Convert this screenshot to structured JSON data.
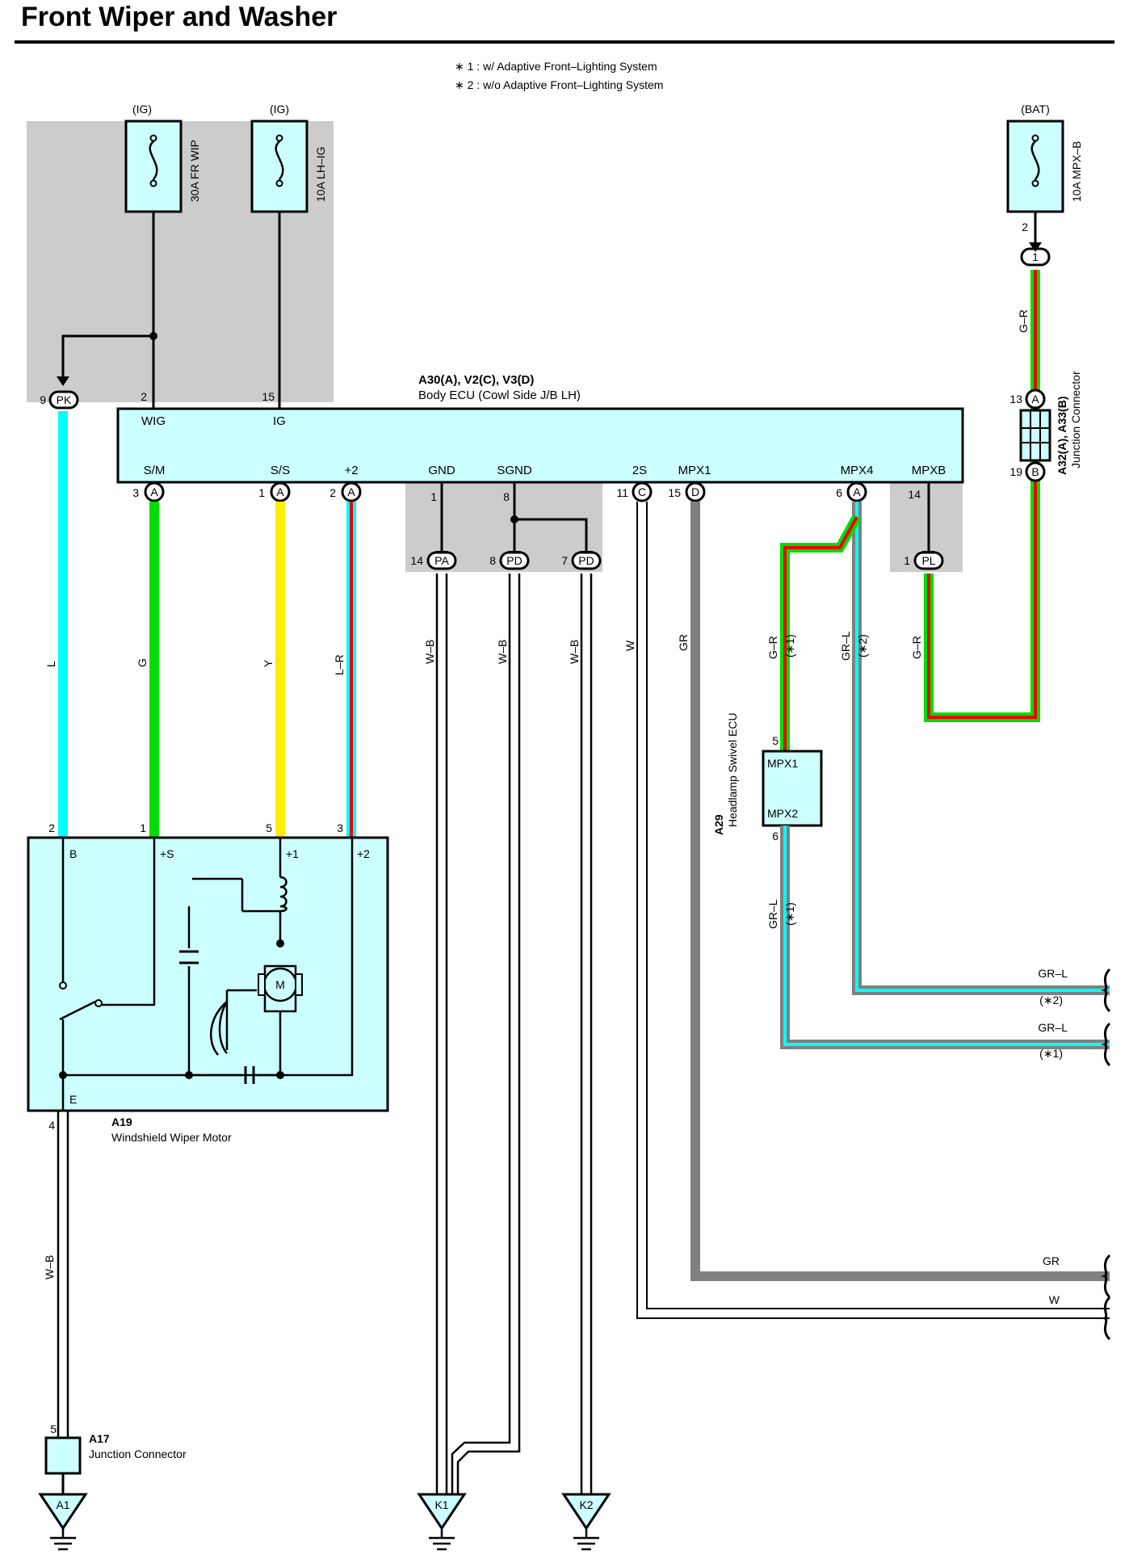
{
  "title": "Front Wiper and Washer",
  "notes": [
    "∗ 1 : w/ Adaptive Front–Lighting System",
    "∗ 2 : w/o Adaptive Front–Lighting System"
  ],
  "fuses": [
    {
      "source": "(IG)",
      "name": "30A FR WIP"
    },
    {
      "source": "(IG)",
      "name": "10A LH–IG"
    },
    {
      "source": "(BAT)",
      "name": "10A MPX–B"
    }
  ],
  "body_ecu": {
    "code": "A30(A), V2(C), V3(D)",
    "name": "Body ECU (Cowl Side J/B LH)",
    "top_pins": [
      {
        "num": "2",
        "label": "WIG"
      },
      {
        "num": "15",
        "label": "IG"
      }
    ],
    "bottom_pins": [
      {
        "num": "3",
        "conn": "A",
        "label": "S/M"
      },
      {
        "num": "1",
        "conn": "A",
        "label": "S/S"
      },
      {
        "num": "2",
        "conn": "A",
        "label": "+2"
      },
      {
        "num": "1",
        "conn": "",
        "label": "GND"
      },
      {
        "num": "8",
        "conn": "",
        "label": "SGND"
      },
      {
        "num": "11",
        "conn": "C",
        "label": "2S"
      },
      {
        "num": "15",
        "conn": "D",
        "label": "MPX1"
      },
      {
        "num": "6",
        "conn": "A",
        "label": "MPX4"
      },
      {
        "num": "14",
        "conn": "",
        "label": "MPXB"
      }
    ]
  },
  "splice_connectors": [
    {
      "num": "9",
      "label": "PK"
    },
    {
      "num": "14",
      "label": "PA"
    },
    {
      "num": "8",
      "label": "PD"
    },
    {
      "num": "7",
      "label": "PD"
    },
    {
      "num": "1",
      "label": "PL"
    },
    {
      "num": "1",
      "label": "1"
    }
  ],
  "junction_a32": {
    "code": "A32(A), A33(B)",
    "name": "Junction Connector",
    "pin_top": "13",
    "conn_top": "A",
    "pin_bottom": "19",
    "conn_bottom": "B",
    "fuse_pin": "2"
  },
  "wire_colors": {
    "L": "L",
    "G": "G",
    "Y": "Y",
    "LR": "L–R",
    "WB": "W–B",
    "W": "W",
    "GR": "GR",
    "GRR": "G–R",
    "GRL": "GR–L",
    "note1": "(∗1)",
    "note2": "(∗2)"
  },
  "headlamp_ecu": {
    "code": "A29",
    "name": "Headlamp Swivel ECU",
    "pin1_num": "5",
    "pin1_label": "MPX1",
    "pin2_num": "6",
    "pin2_label": "MPX2"
  },
  "wiper_motor": {
    "code": "A19",
    "name": "Windshield Wiper Motor",
    "pins": [
      {
        "num": "2",
        "label": "B"
      },
      {
        "num": "1",
        "label": "+S"
      },
      {
        "num": "5",
        "label": "+1"
      },
      {
        "num": "3",
        "label": "+2"
      }
    ],
    "ground_pin": "4",
    "ground_label": "E",
    "motor_symbol": "M"
  },
  "junction_a17": {
    "code": "A17",
    "name": "Junction Connector",
    "pin": "5"
  },
  "grounds": [
    "A1",
    "K1",
    "K2"
  ],
  "right_exits": [
    {
      "wire": "GR–L",
      "note": "(∗2)"
    },
    {
      "wire": "GR–L",
      "note": "(∗1)"
    },
    {
      "wire": "GR",
      "note": ""
    },
    {
      "wire": "W",
      "note": ""
    }
  ],
  "colors": {
    "ecu_fill": "#ccffff",
    "shade": "#cccccc",
    "L": "#00ffff",
    "G": "#00dd00",
    "Y": "#ffee00",
    "R": "#ee0000",
    "GR": "#808080"
  }
}
